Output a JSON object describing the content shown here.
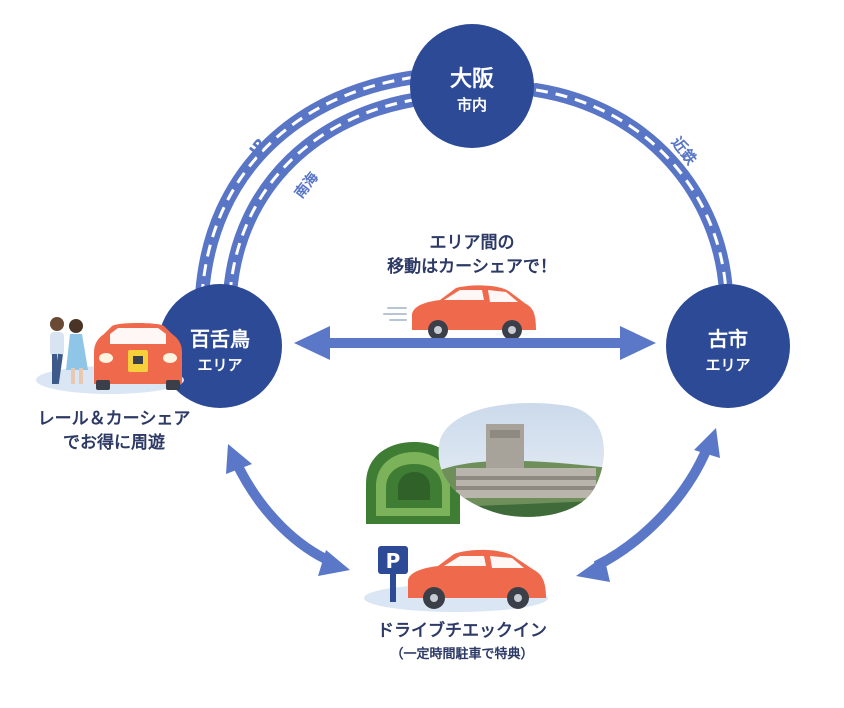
{
  "colors": {
    "navy": "#2c4a96",
    "rail": "#5976c6",
    "arrow": "#5b78c8",
    "car": "#ef6a4c",
    "text_dark": "#2d3a66",
    "rail_label": "#5976c6",
    "shadow": "#dbe6f4"
  },
  "hubs": {
    "osaka": {
      "line1": "大阪",
      "line2": "市内"
    },
    "mozu": {
      "line1": "百舌鳥",
      "line2": "エリア"
    },
    "furuichi": {
      "line1": "古市",
      "line2": "エリア"
    }
  },
  "rail_lines": {
    "jr": "JR",
    "nankai": "南海",
    "kintetsu": "近鉄"
  },
  "center_text": {
    "line1": "エリア間の",
    "line2": "移動はカーシェアで！"
  },
  "left_caption": {
    "line1": "レール＆カーシェア",
    "line2": "でお得に周遊"
  },
  "bottom_caption": {
    "line1": "ドライブチエックイン",
    "line2": "（一定時間駐車で特典）"
  },
  "parking_sign": "P",
  "icons": [
    "walking-couple-icon",
    "front-car-icon",
    "side-car-icon",
    "parking-sign-icon",
    "kofun-mound-icon",
    "museum-photo"
  ]
}
